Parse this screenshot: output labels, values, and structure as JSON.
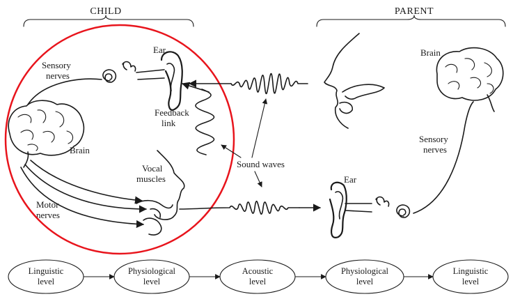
{
  "header": {
    "child": "CHILD",
    "parent": "PARENT"
  },
  "child": {
    "ear": "Ear",
    "sensory_nerves": [
      "Sensory",
      "nerves"
    ],
    "brain": "Brain",
    "feedback_link": [
      "Feedback",
      "link"
    ],
    "vocal_muscles": [
      "Vocal",
      "muscles"
    ],
    "motor_nerves": [
      "Motor",
      "nerves"
    ]
  },
  "center": {
    "sound_waves": "Sound waves"
  },
  "parent": {
    "brain": "Brain",
    "sensory_nerves": [
      "Sensory",
      "nerves"
    ],
    "ear": "Ear"
  },
  "levels": [
    [
      "Linguistic",
      "level"
    ],
    [
      "Physiological",
      "level"
    ],
    [
      "Acoustic",
      "level"
    ],
    [
      "Physiological",
      "level"
    ],
    [
      "Linguistic",
      "level"
    ]
  ],
  "colors": {
    "highlight_circle": "#e8141c",
    "ink": "#1a1a1a"
  }
}
